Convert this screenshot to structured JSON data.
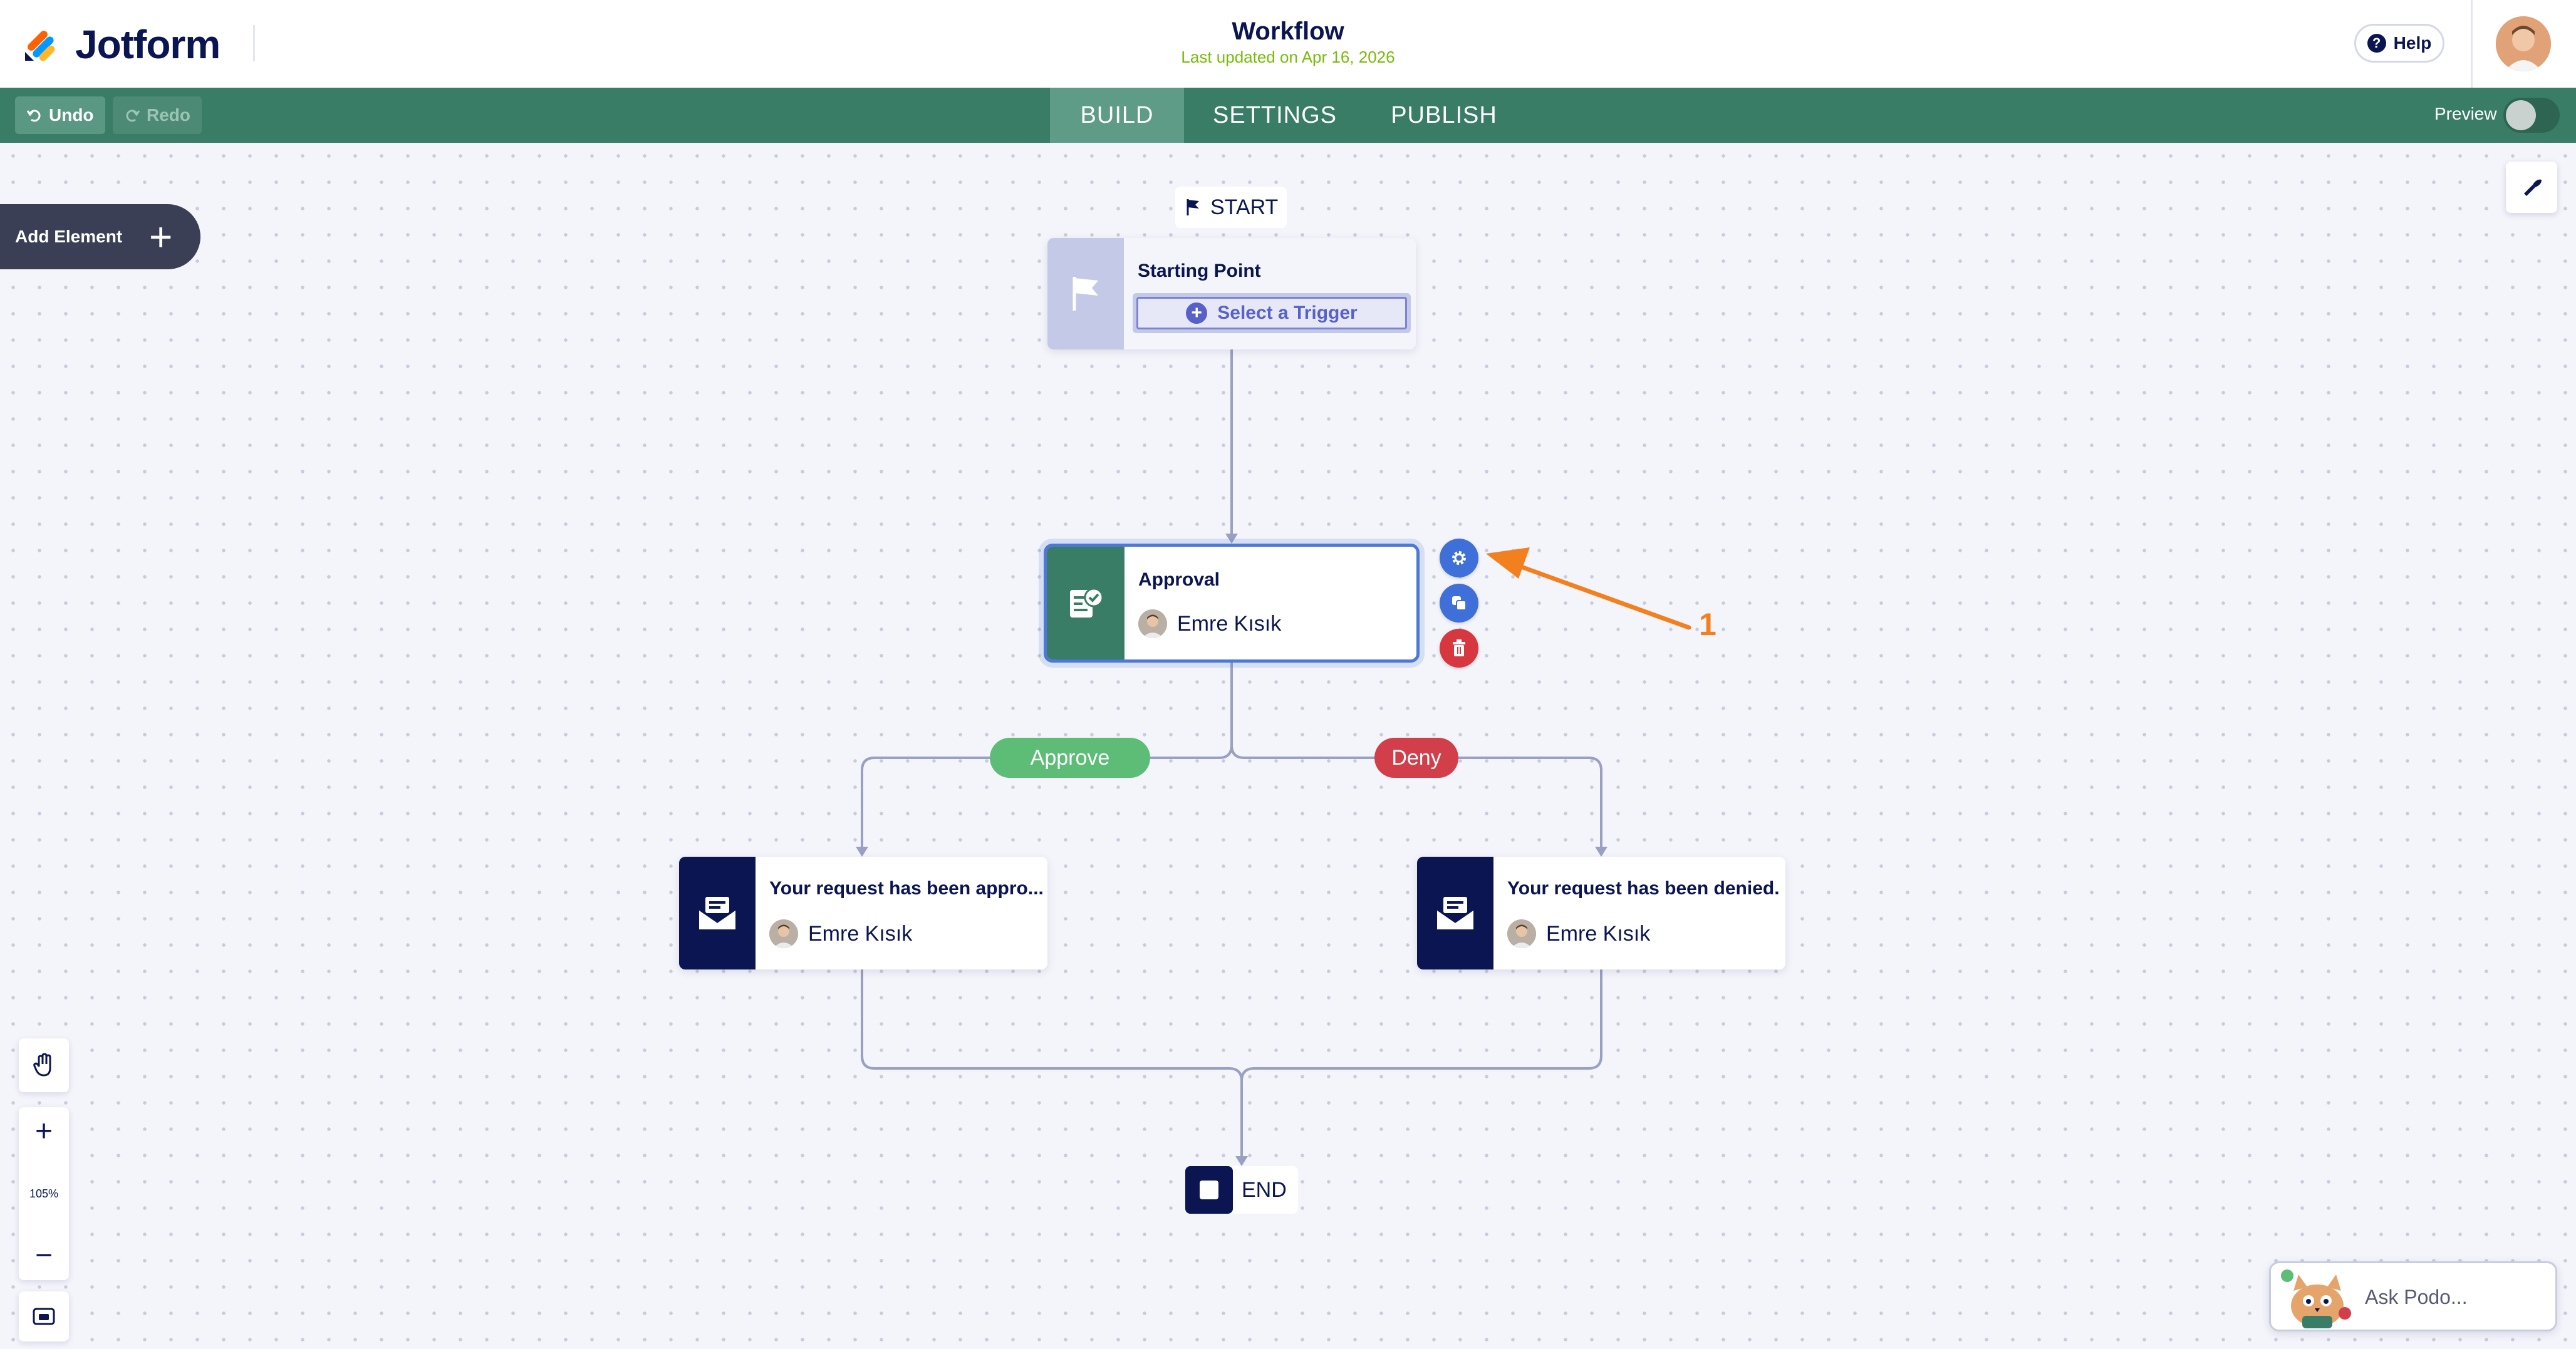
{
  "brand": {
    "name": "Jotform"
  },
  "header": {
    "title": "Workflow",
    "subtitle": "Last updated on Apr 16, 2026",
    "help_label": "Help"
  },
  "toolbar": {
    "undo_label": "Undo",
    "redo_label": "Redo",
    "tabs": [
      {
        "label": "BUILD",
        "active": true
      },
      {
        "label": "SETTINGS",
        "active": false
      },
      {
        "label": "PUBLISH",
        "active": false
      }
    ],
    "preview_label": "Preview",
    "preview_on": false
  },
  "canvas": {
    "add_element_label": "Add Element",
    "start_label": "START",
    "end_label": "END",
    "start_node": {
      "title": "Starting Point",
      "trigger_label": "Select a Trigger"
    },
    "approval_node": {
      "title": "Approval",
      "assignee": "Emre Kısık"
    },
    "branches": {
      "approve": "Approve",
      "deny": "Deny"
    },
    "approved_email": {
      "title": "Your request has been appro...",
      "assignee": "Emre Kısık"
    },
    "denied_email": {
      "title": "Your request has been denied.",
      "assignee": "Emre Kısık"
    },
    "annotation_number": "1",
    "zoom_level": "105%"
  },
  "assistant": {
    "label": "Ask Podo..."
  },
  "colors": {
    "toolbar": "#3a7d67",
    "navy": "#0a1551",
    "approve": "#5dbd77",
    "deny": "#d23f4a",
    "action_blue": "#3f6fd8",
    "annotation": "#f2801f",
    "subtitle": "#78bb07"
  },
  "icons": {
    "logo": "jotform-logo-icon",
    "help": "question-circle-icon",
    "undo": "undo-icon",
    "redo": "redo-icon",
    "start_flag": "flag-icon",
    "approval": "approval-check-icon",
    "email": "envelope-icon",
    "gear": "gear-icon",
    "copy": "duplicate-icon",
    "delete": "trash-icon",
    "hand": "hand-icon",
    "minimap": "minimap-icon",
    "paint": "paint-brush-icon"
  }
}
